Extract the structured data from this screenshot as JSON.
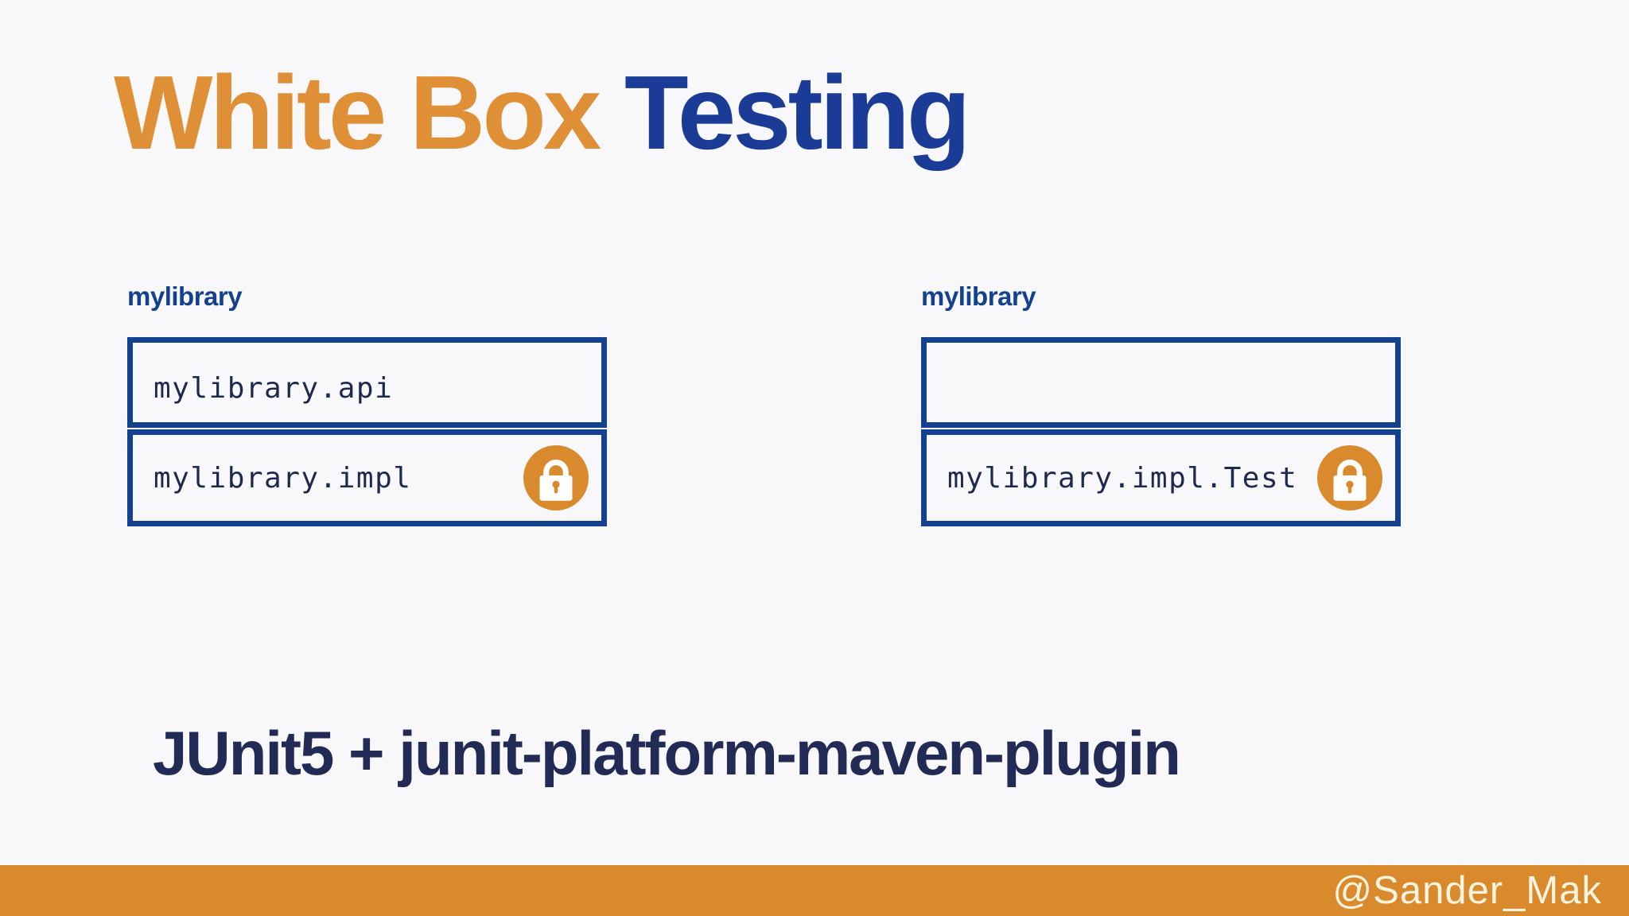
{
  "title": {
    "highlight": "White Box ",
    "rest": "Testing"
  },
  "modules": [
    {
      "label": "mylibrary",
      "rows": [
        {
          "text": "mylibrary.api",
          "locked": false
        },
        {
          "text": "mylibrary.impl",
          "locked": true,
          "lock_icon": "lock-icon"
        }
      ]
    },
    {
      "label": "mylibrary",
      "rows": [
        {
          "text": "",
          "locked": false
        },
        {
          "text": "mylibrary.impl.Test",
          "locked": true,
          "lock_icon": "lock-icon"
        }
      ]
    }
  ],
  "subtitle": "JUnit5 + junit-platform-maven-plugin",
  "footer": {
    "handle": "@Sander_Mak"
  },
  "colors": {
    "bg": "#F8F8FA",
    "title-orange": "#DF8F35",
    "accent-orange": "#D98A2C",
    "royal-blue": "#14418F",
    "testing-blue": "#1A3B96",
    "dark-navy": "#222A56",
    "mono-navy": "#1F2950",
    "footer-cream": "#FAF3DD"
  }
}
